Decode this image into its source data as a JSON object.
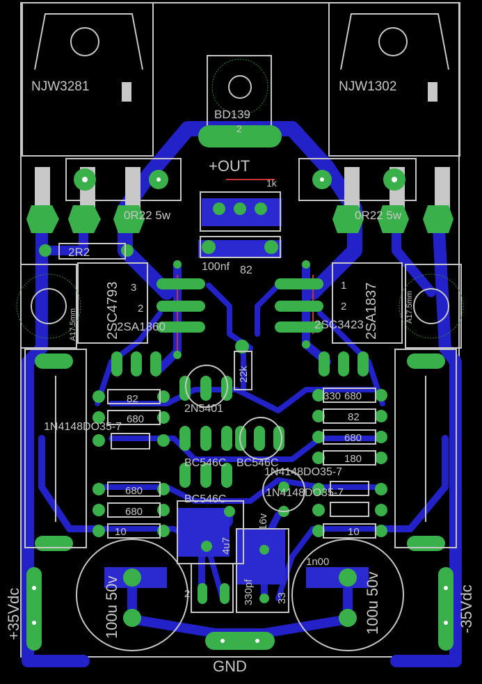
{
  "board": {
    "colors": {
      "background": "#000000",
      "copper": "#2a2ad0",
      "pad": "#3ab04a",
      "silk": "#c8c8c8",
      "ratsnest": "#c83232"
    },
    "labels": {
      "q_left": "NJW3281",
      "q_right": "NJW1302",
      "q_center": "BD139",
      "out": "+OUT",
      "r_left": "0R22 5w",
      "r_right": "0R22 5w",
      "r_2r2": "2R2",
      "r_1k": "1k",
      "r_82_top": "82",
      "c_100nf": "100nf",
      "t_left_a": "2SC4793",
      "t_left_b": "2SA1360",
      "t_right_a": "2SA1837",
      "t_right_b": "2SC3423",
      "hs_left": "A17.5mm",
      "hs_right": "A17.5mm",
      "r_22k": "22k",
      "r_82_l": "82",
      "r_680_l": "680",
      "r_330_r": "330",
      "r_680_r": "680",
      "r_82_r": "82",
      "r_680_r2": "680",
      "r_180_r": "180",
      "q_2n5401": "2N5401",
      "d_left": "1N4148DO35-7",
      "d_right_a": "1N4148DO35-7",
      "d_right_b": "1N4148DO35-7",
      "q_bc_a": "BC546C",
      "q_bc_b": "BC546C",
      "q_bc_c": "BC546C",
      "r_680_l2": "680",
      "r_680_l3": "680",
      "r_10_l": "10",
      "r_10_r": "10",
      "c_4u7": "4u7",
      "c_16v": "16v",
      "c_330pf": "330pf",
      "c_1n00": "1n00",
      "c_33": "33",
      "cap_left": "100u 50v",
      "cap_right": "100u 50v",
      "pwr_pos": "+35Vdc",
      "pwr_neg": "-35Vdc",
      "gnd": "GND",
      "pin1": "1",
      "pin2": "2",
      "pin3": "3"
    }
  }
}
